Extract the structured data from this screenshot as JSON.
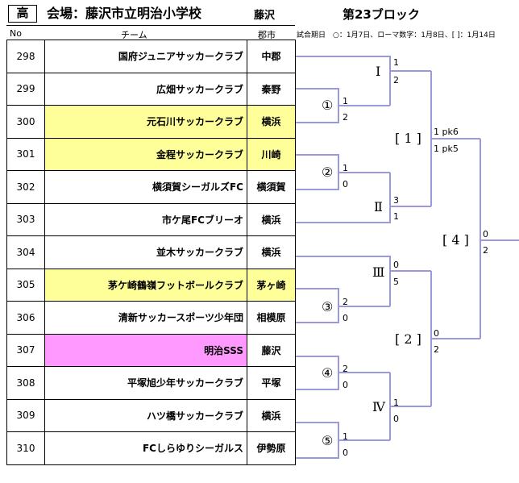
{
  "header": {
    "grade": "高",
    "venue": "会場：藤沢市立明治小学校",
    "city": "藤沢",
    "block": "第23ブロック"
  },
  "columns": {
    "no": "No",
    "team": "チーム",
    "city": "郡市"
  },
  "schedule_note": "試合期日　○：1月7日、ローマ数字：1月8日、[ ]：1月14日",
  "teams": [
    {
      "no": "298",
      "name": "国府ジュニアサッカークラブ",
      "city": "中郡",
      "highlight": ""
    },
    {
      "no": "299",
      "name": "広畑サッカークラブ",
      "city": "秦野",
      "highlight": ""
    },
    {
      "no": "300",
      "name": "元石川サッカークラブ",
      "city": "横浜",
      "highlight": "yellow"
    },
    {
      "no": "301",
      "name": "金程サッカークラブ",
      "city": "川崎",
      "highlight": "yellow"
    },
    {
      "no": "302",
      "name": "横須賀シーガルズFC",
      "city": "横須賀",
      "highlight": ""
    },
    {
      "no": "303",
      "name": "市ケ尾FCブリーオ",
      "city": "横浜",
      "highlight": ""
    },
    {
      "no": "304",
      "name": "並木サッカークラブ",
      "city": "横浜",
      "highlight": ""
    },
    {
      "no": "305",
      "name": "茅ケ崎鶴嶺フットボールクラブ",
      "city": "茅ヶ崎",
      "highlight": "yellow"
    },
    {
      "no": "306",
      "name": "清新サッカースポーツ少年団",
      "city": "相模原",
      "highlight": ""
    },
    {
      "no": "307",
      "name": "明治SSS",
      "city": "藤沢",
      "highlight": "pink"
    },
    {
      "no": "308",
      "name": "平塚旭少年サッカークラブ",
      "city": "平塚",
      "highlight": ""
    },
    {
      "no": "309",
      "name": "ハツ橋サッカークラブ",
      "city": "横浜",
      "highlight": ""
    },
    {
      "no": "310",
      "name": "FCしらゆりシーガルス",
      "city": "伊勢原",
      "highlight": ""
    }
  ],
  "matches": {
    "m1": {
      "label": "①",
      "top": "1",
      "bottom": "2"
    },
    "m2": {
      "label": "②",
      "top": "1",
      "bottom": "0"
    },
    "m3": {
      "label": "③",
      "top": "2",
      "bottom": "0"
    },
    "m4": {
      "label": "④",
      "top": "2",
      "bottom": "0"
    },
    "m5": {
      "label": "⑤",
      "top": "1",
      "bottom": "0"
    },
    "mI": {
      "label": "Ⅰ",
      "top": "1",
      "bottom": "2"
    },
    "mII": {
      "label": "Ⅱ",
      "top": "3",
      "bottom": "1"
    },
    "mIII": {
      "label": "Ⅲ",
      "top": "0",
      "bottom": "5"
    },
    "mIV": {
      "label": "Ⅳ",
      "top": "1",
      "bottom": "0"
    },
    "s1": {
      "label": "[ 1 ]",
      "top": "1 pk6",
      "bottom": "1 pk5"
    },
    "s2": {
      "label": "[ 2 ]",
      "top": "0",
      "bottom": "2"
    },
    "f4": {
      "label": "[ 4 ]",
      "top": "0",
      "bottom": "2"
    }
  },
  "colors": {
    "bracket_line": "#9999dd",
    "highlight_yellow": "#ffff99",
    "highlight_pink": "#ff99ff"
  }
}
